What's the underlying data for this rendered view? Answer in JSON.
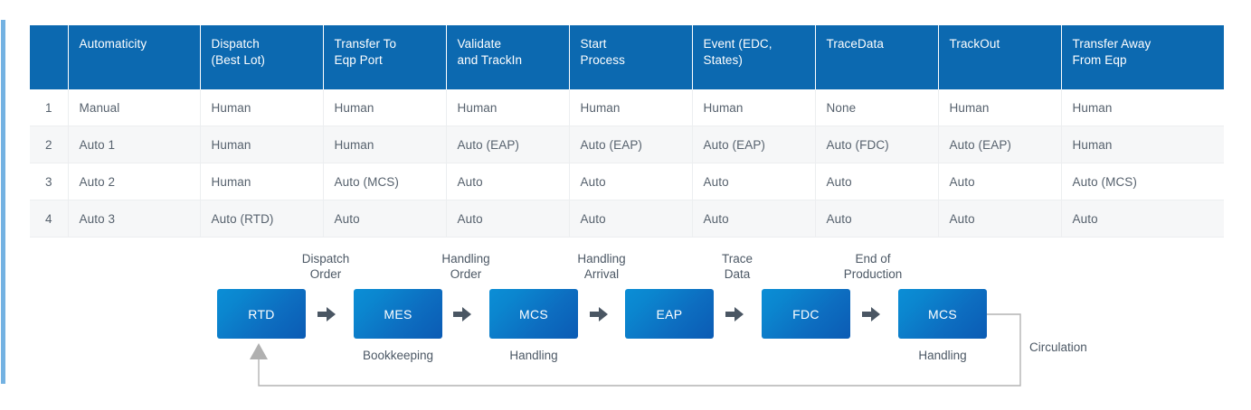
{
  "accent": {
    "left_bar_color": "#74b2e2",
    "table_header_color": "#0c69b0",
    "node_gradient_from": "#0b8ed6",
    "node_gradient_to": "#0b5bb4",
    "arrow_color": "#4a5663",
    "loop_line_color": "#b4b4b4"
  },
  "table": {
    "headers": [
      "",
      "Automaticity",
      "Dispatch\n(Best Lot)",
      "Transfer To\nEqp Port",
      "Validate\nand TrackIn",
      "Start\nProcess",
      "Event (EDC,\nStates)",
      "TraceData",
      "TrackOut",
      "Transfer Away\nFrom Eqp"
    ],
    "rows": [
      {
        "index": "1",
        "automaticity": "Manual",
        "dispatch": "Human",
        "transfer_to_eqp_port": "Human",
        "validate_and_trackin": "Human",
        "start_process": "Human",
        "event": "Human",
        "tracedata": "None",
        "trackout": "Human",
        "transfer_away": "Human"
      },
      {
        "index": "2",
        "automaticity": "Auto 1",
        "dispatch": "Human",
        "transfer_to_eqp_port": "Human",
        "validate_and_trackin": "Auto (EAP)",
        "start_process": "Auto (EAP)",
        "event": "Auto (EAP)",
        "tracedata": "Auto (FDC)",
        "trackout": "Auto (EAP)",
        "transfer_away": "Human"
      },
      {
        "index": "3",
        "automaticity": "Auto 2",
        "dispatch": "Human",
        "transfer_to_eqp_port": "Auto (MCS)",
        "validate_and_trackin": "Auto",
        "start_process": "Auto",
        "event": "Auto",
        "tracedata": "Auto",
        "trackout": "Auto",
        "transfer_away": "Auto (MCS)"
      },
      {
        "index": "4",
        "automaticity": "Auto 3",
        "dispatch": "Auto (RTD)",
        "transfer_to_eqp_port": "Auto",
        "validate_and_trackin": "Auto",
        "start_process": "Auto",
        "event": "Auto",
        "tracedata": "Auto",
        "trackout": "Auto",
        "transfer_away": "Auto"
      }
    ]
  },
  "flow": {
    "nodes": [
      {
        "label": "RTD"
      },
      {
        "label": "MES"
      },
      {
        "label": "MCS"
      },
      {
        "label": "EAP"
      },
      {
        "label": "FDC"
      },
      {
        "label": "MCS"
      }
    ],
    "top_labels": [
      "Dispatch\nOrder",
      "Handling\nOrder",
      "Handling\nArrival",
      "Trace\nData",
      "End of\nProduction"
    ],
    "bottom_labels": [
      "Bookkeeping",
      "Handling",
      "Handling"
    ],
    "circulation_label": "Circulation",
    "arrow_icon": "arrow-right-block",
    "loop_arrow_icon": "arrow-up-triangle"
  }
}
